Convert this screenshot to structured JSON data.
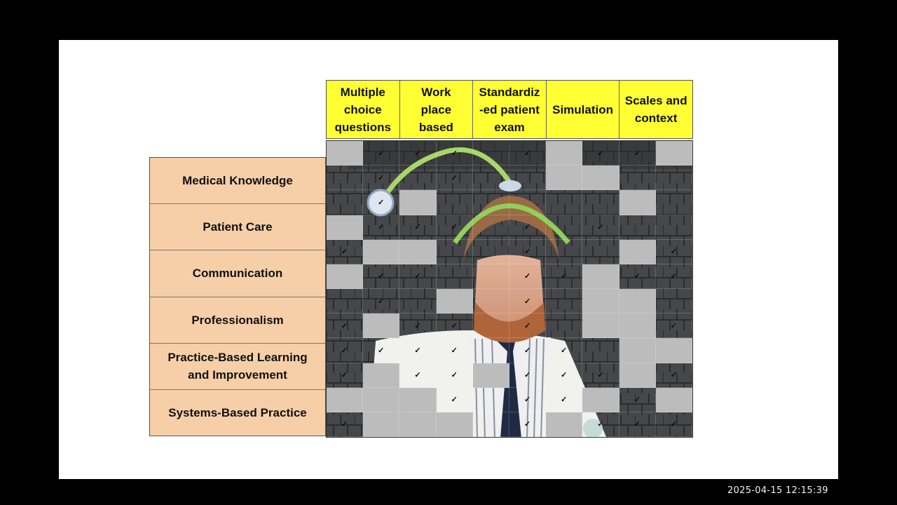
{
  "columns": [
    {
      "label": "Multiple\nchoice\nquestions"
    },
    {
      "label": "Work\nplace\nbased"
    },
    {
      "label": "Standardiz\n-ed patient\nexam"
    },
    {
      "label": "Simulation"
    },
    {
      "label": "Scales and\ncontext"
    }
  ],
  "rows": [
    {
      "label": "Medical Knowledge"
    },
    {
      "label": "Patient Care"
    },
    {
      "label": "Communication"
    },
    {
      "label": "Professionalism"
    },
    {
      "label": "Practice-Based Learning\nand Improvement"
    },
    {
      "label": "Systems-Based Practice"
    }
  ],
  "grid": {
    "check_symbol": "✓",
    "cells": [
      "g.m.m.m.d.m.g.m.m.g",
      "d.m.d.m.d.d.g.g.d.d",
      "d.m.g.d.d.d.d.d.g.d",
      "g.m.m.m.d.m.d.m.d.d",
      "m.g.g.d.d.m.d.d.g.m",
      "g.m.m.d.d.m.m.g.m.m",
      "d.m.d.g.d.m.d.g.g.d",
      "m.g.m.m.d.m.d.g.g.m",
      "m.m.m.m.d.m.m.d.g.g",
      "m.g.m.m.g.m.m.m.g.m",
      "g.g.g.m.d.m.m.g.m.g",
      "m.g.g.g.d.m.g.m.m.m"
    ]
  },
  "timestamp": "2025-04-15  12:15:39",
  "colors": {
    "header_yellow": "#ffff33",
    "row_peach": "#f6cfa8",
    "grey_cell": "#bcbcbc"
  }
}
